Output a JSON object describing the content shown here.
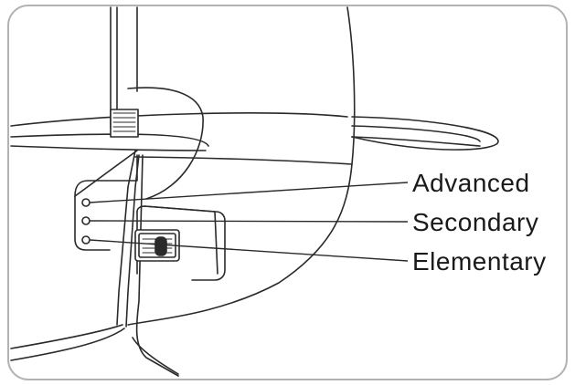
{
  "callouts": [
    {
      "id": "advanced",
      "label": "Advanced"
    },
    {
      "id": "secondary",
      "label": "Secondary"
    },
    {
      "id": "elementary",
      "label": "Elementary"
    }
  ],
  "colors": {
    "frame": "#b3b3b3",
    "line": "#2a2a2a",
    "background": "#ffffff"
  }
}
